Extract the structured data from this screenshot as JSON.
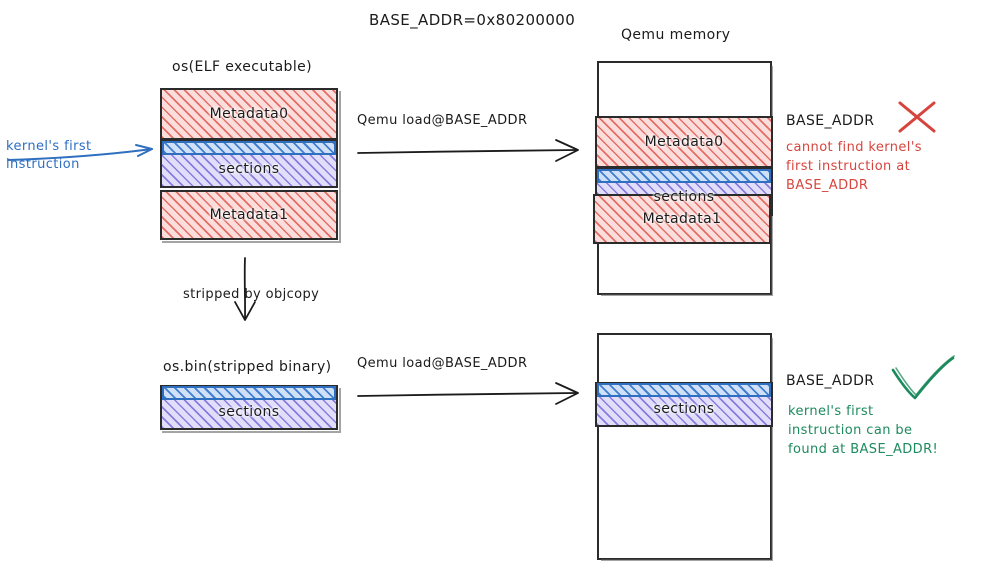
{
  "diagram": {
    "title": "BASE_ADDR=0x80200000",
    "colors": {
      "ink": "#1b1b1b",
      "blue": "#2f6fc0",
      "red": "#d6453d",
      "green": "#1d8a5e",
      "metadata_fill": "#fbdedc",
      "sections_fill": "#e2defa",
      "first_instruction_fill": "#cfe0f8"
    },
    "left_top": {
      "caption": "os(ELF executable)",
      "blocks": [
        {
          "label": "Metadata0",
          "fill": "red-hatch"
        },
        {
          "label": "",
          "fill": "blue-hatch"
        },
        {
          "label": "sections",
          "fill": "purple-hatch"
        },
        {
          "label": "Metadata1",
          "fill": "red-hatch"
        }
      ]
    },
    "left_bottom": {
      "caption": "os.bin(stripped binary)",
      "blocks": [
        {
          "label": "",
          "fill": "blue-hatch"
        },
        {
          "label": "sections",
          "fill": "purple-hatch"
        }
      ]
    },
    "annotation_kernel_first": "kernel's first\ninstruction",
    "transform_label": "stripped by objcopy",
    "load_label_top": "Qemu load@BASE_ADDR",
    "load_label_bottom": "Qemu load@BASE_ADDR",
    "memory_caption": "Qemu memory",
    "right_top": {
      "blocks": [
        {
          "label": "Metadata0",
          "fill": "red-hatch"
        },
        {
          "label": "",
          "fill": "blue-hatch"
        },
        {
          "label": "sections",
          "fill": "purple-hatch"
        },
        {
          "label": "Metadata1",
          "fill": "red-hatch"
        }
      ],
      "base_addr_label": "BASE_ADDR",
      "mark": "cross",
      "note": "cannot find kernel's\nfirst instruction at\nBASE_ADDR",
      "note_color": "#d6453d"
    },
    "right_bottom": {
      "blocks": [
        {
          "label": "",
          "fill": "blue-hatch"
        },
        {
          "label": "sections",
          "fill": "purple-hatch"
        }
      ],
      "base_addr_label": "BASE_ADDR",
      "mark": "check",
      "note": "kernel's first\ninstruction can be\nfound at BASE_ADDR!",
      "note_color": "#1d8a5e"
    }
  }
}
